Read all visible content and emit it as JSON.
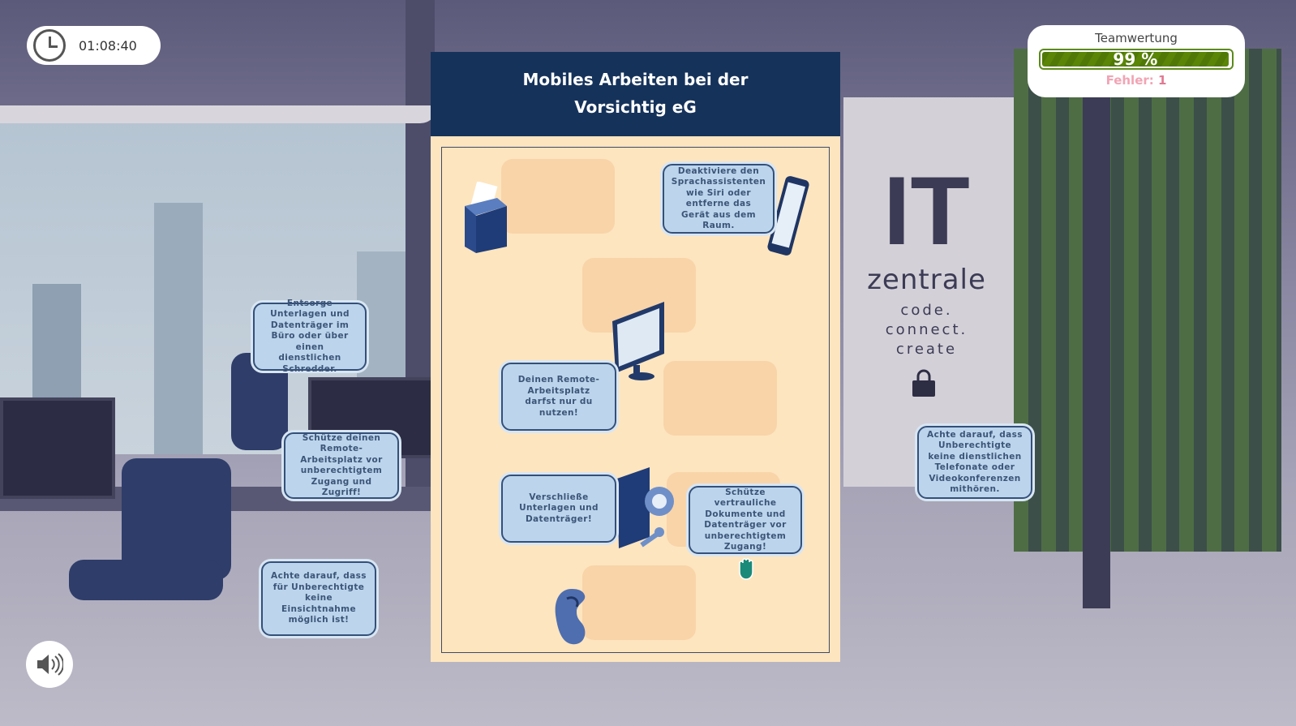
{
  "timer": {
    "value": "01:08:40",
    "icon": "clock-icon"
  },
  "score": {
    "title": "Teamwertung",
    "percent_label": "99 %",
    "percent": 99,
    "errors_label": "Fehler:",
    "errors_value": "1",
    "bar_color": "#5a8507"
  },
  "board": {
    "title_line1": "Mobiles Arbeiten bei der",
    "title_line2": "Vorsichtig eG",
    "header_color": "#15325a",
    "body_color": "#fde5bf"
  },
  "scene": {
    "logo_it": "IT",
    "logo_name": "zentrale",
    "logo_tagline": "code. connect. create"
  },
  "cards": [
    {
      "text": "Deaktiviere den Sprachassistenten wie Siri oder entferne das Gerät aus dem Raum."
    },
    {
      "text": "Entsorge Unterlagen und Datenträger im Büro oder über einen dienstlichen Schredder."
    },
    {
      "text": "Deinen Remote-Arbeitsplatz darfst nur du nutzen!"
    },
    {
      "text": "Schütze deinen Remote-Arbeitsplatz vor unberechtigtem Zugang und Zugriff!"
    },
    {
      "text": "Verschließe Unterlagen und Datenträger!"
    },
    {
      "text": "Schütze vertrauliche Dokumente und Datenträger vor unberechtigtem Zugang!"
    },
    {
      "text": "Achte darauf, dass für Unberechtigte keine Einsichtnahme möglich ist!"
    },
    {
      "text": "Achte darauf, dass Unberechtigte keine dienstlichen Telefonate oder Videokonferenzen mithören."
    }
  ],
  "icons": [
    "shredder-icon",
    "smartphone-icon",
    "monitor-icon",
    "cabinet-key-icon",
    "ear-icon",
    "speaker-icon",
    "lock-icon",
    "hand-cursor-icon"
  ]
}
